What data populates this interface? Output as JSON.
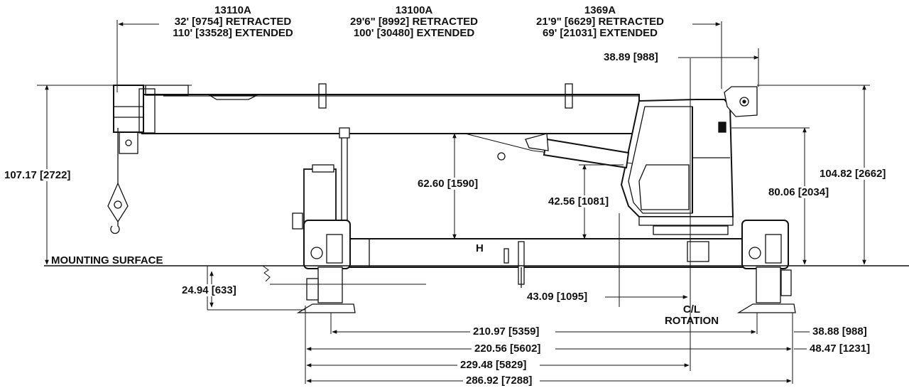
{
  "boom_sections": [
    {
      "model": "13110A",
      "retracted": "32' [9754] RETRACTED",
      "extended": "110' [33528] EXTENDED"
    },
    {
      "model": "13100A",
      "retracted": "29'6\" [8992] RETRACTED",
      "extended": "100' [30480] EXTENDED"
    },
    {
      "model": "1369A",
      "retracted": "21'9\" [6629] RETRACTED",
      "extended": "69' [21031] EXTENDED"
    }
  ],
  "labels": {
    "mounting_surface": "MOUNTING SURFACE",
    "centerline_rotation_line1": "C/L",
    "centerline_rotation_line2": "ROTATION",
    "base_marker": "H"
  },
  "dimensions": {
    "overall_height": "107.17 [2722]",
    "boom_rest_height": "62.60 [1590]",
    "cylinder_height": "42.56 [1081]",
    "cab_height": "80.06 [2034]",
    "top_height": "104.82 [2662]",
    "top_offset": "38.89 [988]",
    "below_mount": "24.94 [633]",
    "rotation_offset": "43.09 [1095]",
    "outrigger_span_inner": "210.97 [5359]",
    "outrigger_span_outer": "220.56 [5602]",
    "to_centerline": "229.48 [5829]",
    "overall_length": "286.92 [7288]",
    "rear_outrigger_inner": "38.88 [988]",
    "rear_outrigger_outer": "48.47 [1231]"
  }
}
